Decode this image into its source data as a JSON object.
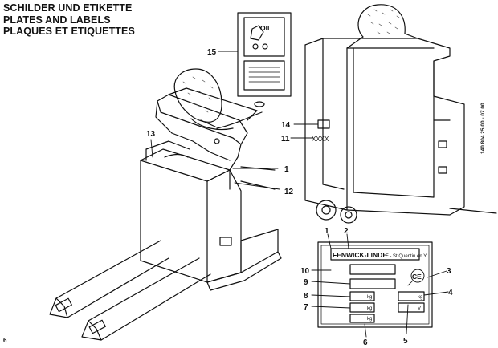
{
  "titles": {
    "de": "SCHILDER UND ETIKETTE",
    "en": "PLATES AND LABELS",
    "fr": "PLAQUES ET ETIQUETTES"
  },
  "callouts": {
    "n1": "1",
    "n2": "2",
    "n3": "3",
    "n4": "4",
    "n5": "5",
    "n6": "6",
    "n7": "7",
    "n8": "8",
    "n9": "9",
    "n10": "10",
    "n11": "11",
    "n12": "12",
    "n13": "13",
    "n14": "14",
    "n15": "15"
  },
  "oil_label": {
    "text": "OIL"
  },
  "serial_mark": "XXXX",
  "nameplate": {
    "brand": "FENWICK-LINDE",
    "address": "F - St Quentin en Y",
    "ce_mark": "CE",
    "unit_kg_1": "kg",
    "unit_kg_2": "kg",
    "unit_kg_3": "kg",
    "unit_kg_4": "kg",
    "unit_v": "V"
  },
  "side_code": "140 804 25 00 - 07.00",
  "page_number": "6"
}
